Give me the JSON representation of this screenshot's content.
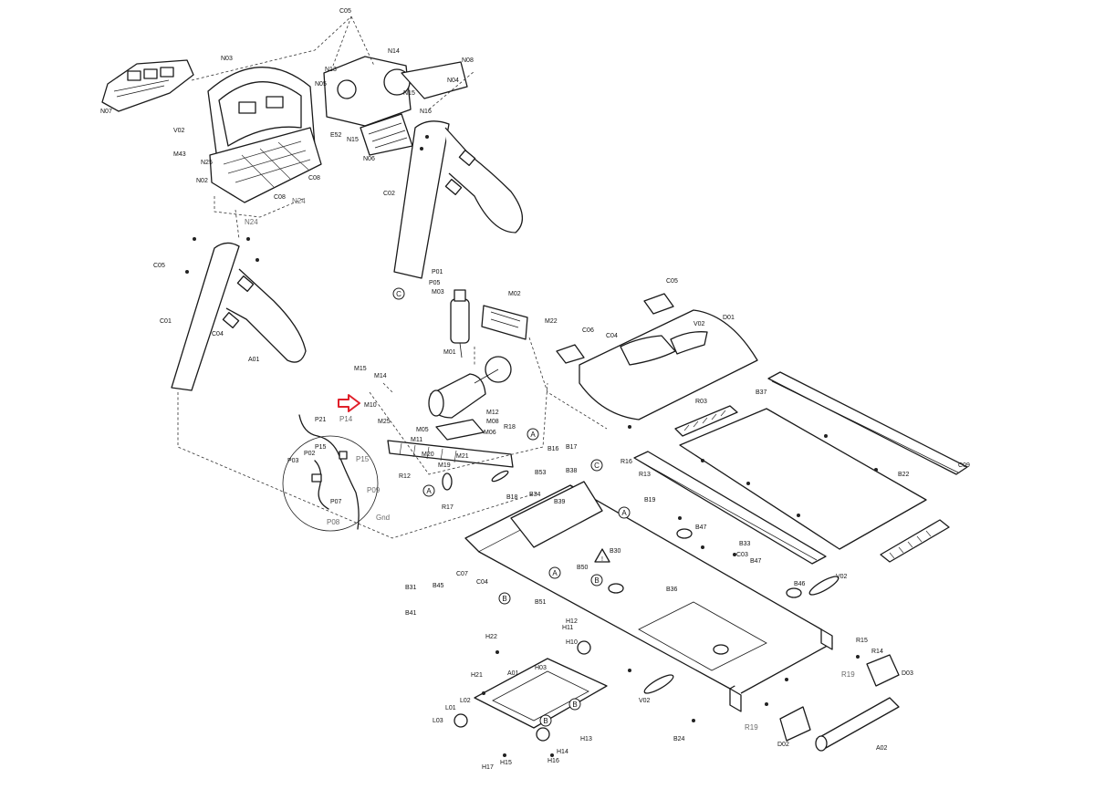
{
  "labels": {
    "C05_top": "C05",
    "N14": "N14",
    "N08": "N08",
    "N13": "N13",
    "N05": "N05",
    "N04": "N04",
    "N15a": "N15",
    "N06": "N06",
    "N15b": "N15",
    "E52": "E52",
    "N16": "N16",
    "N03": "N03",
    "N07": "N07",
    "V02a": "V02",
    "N02": "N02",
    "N25": "N25",
    "M43": "M43",
    "C08a": "C08",
    "C08b": "C08",
    "N24a": "N24",
    "N24b": "N24",
    "C02": "C02",
    "C05_left": "C05",
    "C01": "C01",
    "C04": "C04",
    "A01": "A01",
    "P01": "P01",
    "P05": "P05",
    "M03": "M03",
    "M02": "M02",
    "M22": "M22",
    "M01": "M01",
    "M15": "M15",
    "M14": "M14",
    "M10": "M10",
    "M25": "M25",
    "M12": "M12",
    "M08": "M08",
    "M05": "M05",
    "M06": "M06",
    "M11": "M11",
    "M20": "M20",
    "M21": "M21",
    "M19": "M19",
    "R18": "R18",
    "R12": "R12",
    "R17": "R17",
    "P21": "P21",
    "P14": "P14",
    "P15": "P15",
    "P03": "P03",
    "P02": "P02",
    "P15b": "P15",
    "P09": "P09",
    "P07": "P07",
    "P08": "P08",
    "Gnd": "Gnd",
    "C05_right": "C05",
    "C06": "C06",
    "C04b": "C04",
    "V02b": "V02",
    "D01": "D01",
    "R03": "R03",
    "B37": "B37",
    "C09": "C09",
    "B22": "B22",
    "B16": "B16",
    "B17": "B17",
    "R16": "R16",
    "R13": "R13",
    "B53": "B53",
    "B38": "B38",
    "B34": "B34",
    "B39": "B39",
    "B18": "B18",
    "B19": "B19",
    "B47": "B47",
    "B33": "B33",
    "C03": "C03",
    "B47b": "B47",
    "B36": "B36",
    "B46": "B46",
    "V02c": "V02",
    "R15": "R15",
    "R14": "R14",
    "D03": "D03",
    "R19a": "R19",
    "R19b": "R19",
    "B30": "B30",
    "B31": "B31",
    "B41": "B41",
    "B51": "B51",
    "C07": "C07",
    "C04c": "C04",
    "B50": "B50",
    "B45": "B45",
    "H21": "H21",
    "H22": "H22",
    "A01b": "A01",
    "H03": "H03",
    "H11": "H11",
    "H10": "H10",
    "L01": "L01",
    "L02": "L02",
    "L03": "L03",
    "H12": "H12",
    "H13": "H13",
    "H14": "H14",
    "H16": "H16",
    "H15": "H15",
    "H17": "H17",
    "V02d": "V02",
    "B24": "B24",
    "D02": "D02",
    "A02": "A02"
  },
  "callouts": [
    "A",
    "B",
    "C"
  ]
}
